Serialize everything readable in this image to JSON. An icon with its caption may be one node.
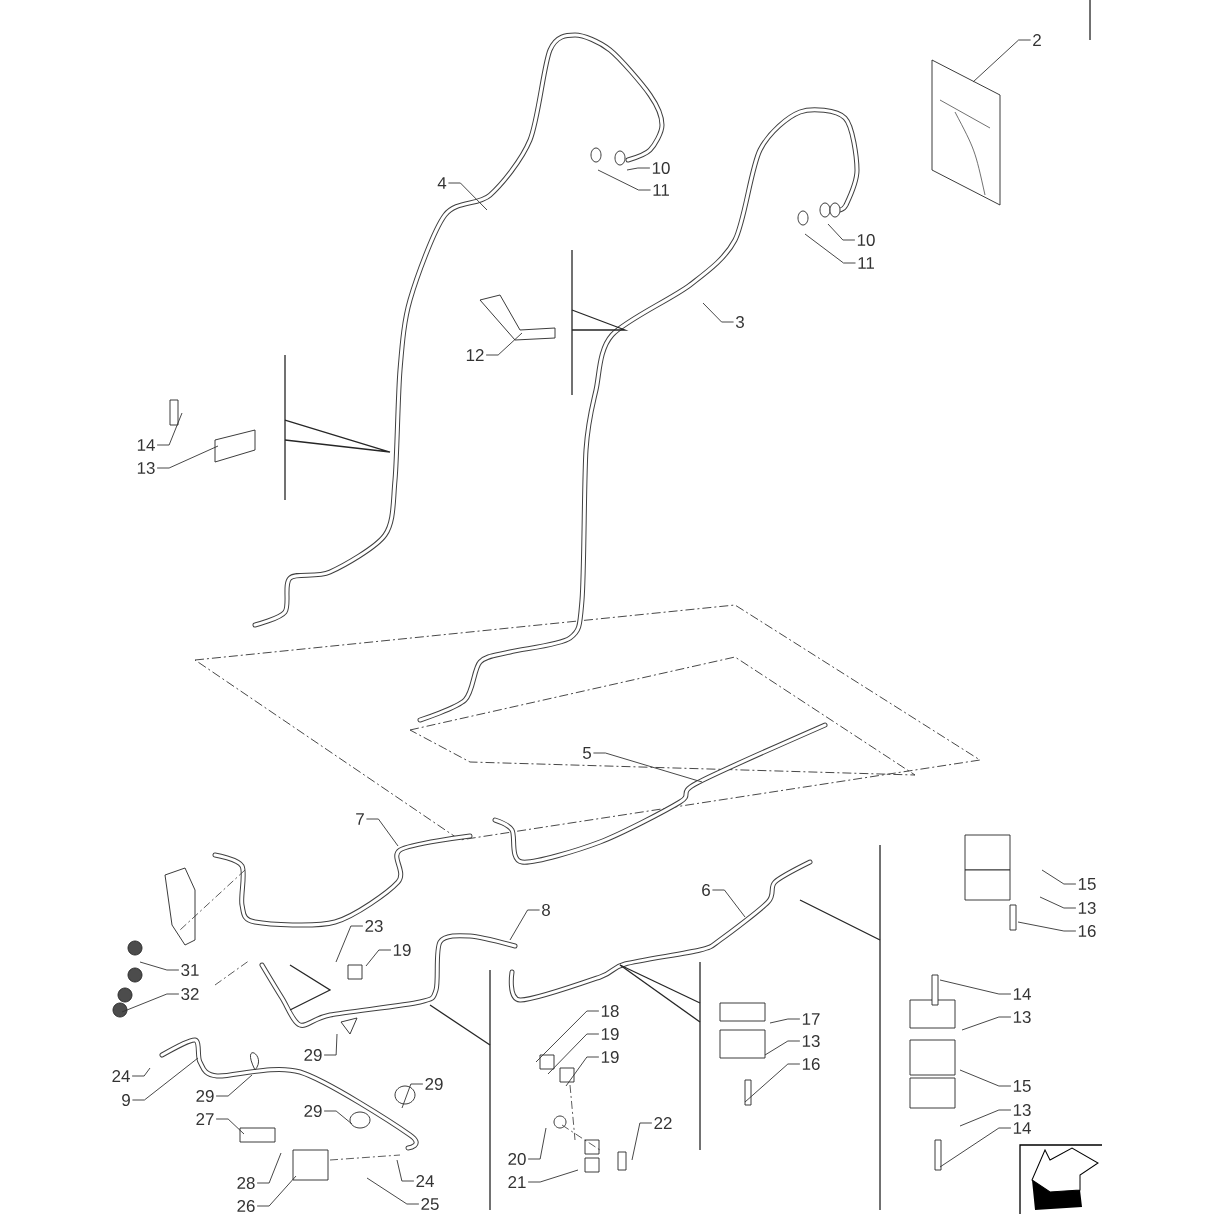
{
  "diagram": {
    "nodes": [
      {
        "text": [
          "2"
        ]
      },
      {
        "text": [
          "4"
        ]
      },
      {
        "text": [
          "10"
        ]
      },
      {
        "text": [
          "11"
        ]
      },
      {
        "text": [
          "10"
        ]
      },
      {
        "text": [
          "11"
        ]
      },
      {
        "text": [
          "3"
        ]
      },
      {
        "text": [
          "12"
        ]
      },
      {
        "text": [
          "14"
        ]
      },
      {
        "text": [
          "13"
        ]
      },
      {
        "text": [
          "5"
        ]
      },
      {
        "text": [
          "7"
        ]
      },
      {
        "text": [
          "8"
        ]
      },
      {
        "text": [
          "6"
        ]
      },
      {
        "text": [
          "23"
        ]
      },
      {
        "text": [
          "19"
        ]
      },
      {
        "text": [
          "31"
        ]
      },
      {
        "text": [
          "32"
        ]
      },
      {
        "text": [
          "18"
        ]
      },
      {
        "text": [
          "19"
        ]
      },
      {
        "text": [
          "19"
        ]
      },
      {
        "text": [
          "17"
        ]
      },
      {
        "text": [
          "13"
        ]
      },
      {
        "text": [
          "16"
        ]
      },
      {
        "text": [
          "14"
        ]
      },
      {
        "text": [
          "13"
        ]
      },
      {
        "text": [
          "15"
        ]
      },
      {
        "text": [
          "13"
        ]
      },
      {
        "text": [
          "16"
        ]
      },
      {
        "text": [
          "15"
        ]
      },
      {
        "text": [
          "13"
        ]
      },
      {
        "text": [
          "14"
        ]
      },
      {
        "text": [
          "29"
        ]
      },
      {
        "text": [
          "24"
        ]
      },
      {
        "text": [
          "9"
        ]
      },
      {
        "text": [
          "29"
        ]
      },
      {
        "text": [
          "29"
        ]
      },
      {
        "text": [
          "29"
        ]
      },
      {
        "text": [
          "27"
        ]
      },
      {
        "text": [
          "22"
        ]
      },
      {
        "text": [
          "20"
        ]
      },
      {
        "text": [
          "21"
        ]
      },
      {
        "text": [
          "28"
        ]
      },
      {
        "text": [
          "24"
        ]
      },
      {
        "text": [
          "26"
        ]
      },
      {
        "text": [
          "25"
        ]
      }
    ],
    "edges": [
      {
        "from": 0,
        "to": null,
        "arrow": "none"
      },
      {
        "from": 1,
        "to": null,
        "arrow": "none"
      },
      {
        "from": 2,
        "to": null,
        "arrow": "none"
      },
      {
        "from": 3,
        "to": null,
        "arrow": "none"
      },
      {
        "from": 4,
        "to": null,
        "arrow": "none"
      },
      {
        "from": 5,
        "to": null,
        "arrow": "none"
      },
      {
        "from": 6,
        "to": null,
        "arrow": "none"
      },
      {
        "from": 7,
        "to": null,
        "arrow": "none"
      },
      {
        "from": 8,
        "to": null,
        "arrow": "none"
      },
      {
        "from": 9,
        "to": null,
        "arrow": "none"
      },
      {
        "from": 10,
        "to": null,
        "arrow": "none"
      },
      {
        "from": 11,
        "to": null,
        "arrow": "none"
      },
      {
        "from": 12,
        "to": null,
        "arrow": "none"
      },
      {
        "from": 13,
        "to": null,
        "arrow": "none"
      },
      {
        "from": 14,
        "to": null,
        "arrow": "none"
      },
      {
        "from": 15,
        "to": null,
        "arrow": "none"
      },
      {
        "from": 16,
        "to": null,
        "arrow": "none"
      },
      {
        "from": 17,
        "to": null,
        "arrow": "none"
      },
      {
        "from": 18,
        "to": null,
        "arrow": "none"
      },
      {
        "from": 19,
        "to": null,
        "arrow": "none"
      },
      {
        "from": 20,
        "to": null,
        "arrow": "none"
      },
      {
        "from": 21,
        "to": null,
        "arrow": "none"
      },
      {
        "from": 22,
        "to": null,
        "arrow": "none"
      },
      {
        "from": 23,
        "to": null,
        "arrow": "none"
      },
      {
        "from": 24,
        "to": null,
        "arrow": "none"
      },
      {
        "from": 25,
        "to": null,
        "arrow": "none"
      },
      {
        "from": 26,
        "to": null,
        "arrow": "none"
      },
      {
        "from": 27,
        "to": null,
        "arrow": "none"
      },
      {
        "from": 28,
        "to": null,
        "arrow": "none"
      },
      {
        "from": 29,
        "to": null,
        "arrow": "none"
      },
      {
        "from": 30,
        "to": null,
        "arrow": "none"
      },
      {
        "from": 31,
        "to": null,
        "arrow": "none"
      },
      {
        "from": 32,
        "to": null,
        "arrow": "none"
      },
      {
        "from": 33,
        "to": null,
        "arrow": "none"
      },
      {
        "from": 34,
        "to": null,
        "arrow": "none"
      },
      {
        "from": 35,
        "to": null,
        "arrow": "none"
      },
      {
        "from": 36,
        "to": null,
        "arrow": "none"
      },
      {
        "from": 37,
        "to": null,
        "arrow": "none"
      },
      {
        "from": 38,
        "to": null,
        "arrow": "none"
      },
      {
        "from": 39,
        "to": null,
        "arrow": "none"
      },
      {
        "from": 40,
        "to": null,
        "arrow": "none"
      },
      {
        "from": 41,
        "to": null,
        "arrow": "none"
      },
      {
        "from": 42,
        "to": null,
        "arrow": "none"
      },
      {
        "from": 43,
        "to": null,
        "arrow": "none"
      },
      {
        "from": 44,
        "to": null,
        "arrow": "none"
      },
      {
        "from": 45,
        "to": null,
        "arrow": "none"
      }
    ]
  }
}
